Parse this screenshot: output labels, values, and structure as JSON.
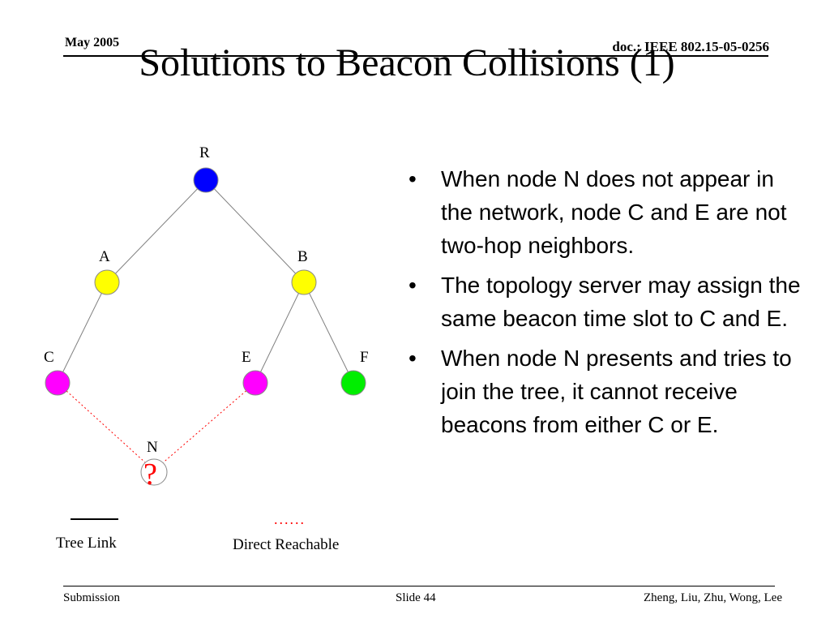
{
  "header": {
    "date": "May 2005",
    "doc_id": "doc.: IEEE 802.15-05-0256"
  },
  "title": "Solutions to Beacon Collisions (1)",
  "diagram": {
    "nodes": {
      "R": {
        "label": "R",
        "color": "#0000ff"
      },
      "A": {
        "label": "A",
        "color": "#ffff00"
      },
      "B": {
        "label": "B",
        "color": "#ffff00"
      },
      "C": {
        "label": "C",
        "color": "#ff00ff"
      },
      "E": {
        "label": "E",
        "color": "#ff00ff"
      },
      "F": {
        "label": "F",
        "color": "#00ee00"
      },
      "N": {
        "label": "N",
        "color": "#ffffff",
        "mark": "?",
        "mark_color": "#ff0000"
      }
    },
    "tree_link_color": "#808080",
    "direct_link_color": "#ff0000"
  },
  "legend": {
    "tree_link_label": "Tree Link",
    "direct_reachable_label": "Direct Reachable",
    "dotted_sample": "......"
  },
  "bullets": [
    "When node N does not appear in the network, node C and E are not two-hop neighbors.",
    "The topology server may assign the same beacon time slot to C and E.",
    "When node N presents and tries to join the tree, it cannot receive beacons from either C or E."
  ],
  "bullet_glyph": "•",
  "footer": {
    "left": "Submission",
    "center": "Slide 44",
    "right": "Zheng, Liu, Zhu, Wong, Lee"
  }
}
